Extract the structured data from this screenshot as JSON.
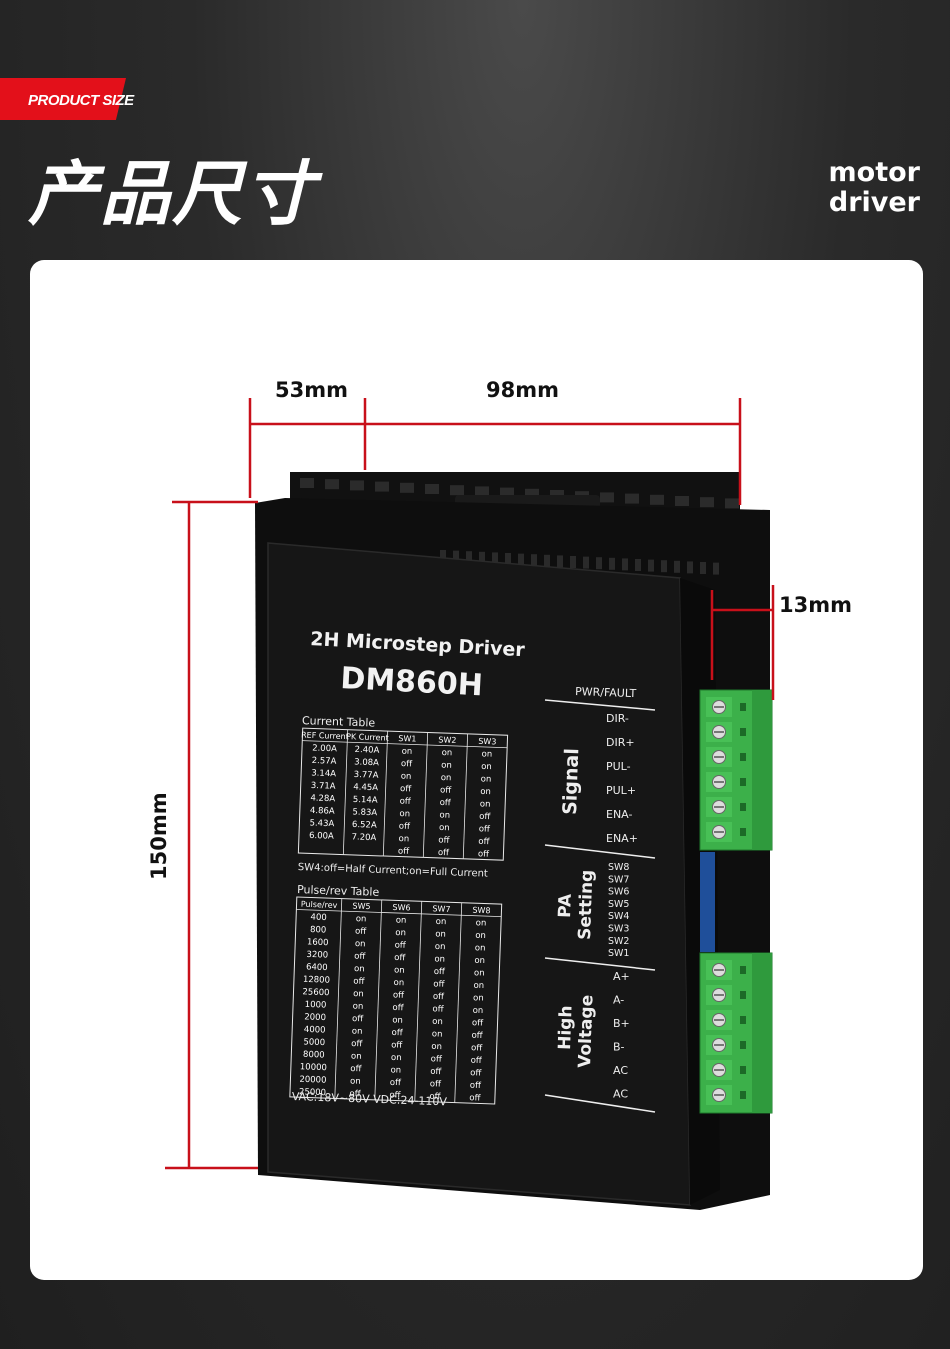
{
  "header": {
    "tag_label": "PRODUCT SIZE",
    "title_cn": "产品尺寸",
    "subtitle_line1": "motor",
    "subtitle_line2": "driver"
  },
  "dimensions": {
    "width_left": "53mm",
    "width_main": "98mm",
    "depth": "13mm",
    "height": "150mm"
  },
  "colors": {
    "accent_red": "#e3101a",
    "dimension_line": "#c8101a",
    "terminal_green": "#3cb04a"
  },
  "driver": {
    "heading": "2H Microstep Driver",
    "model": "DM860H",
    "current_table_title": "Current Table",
    "current_headers": [
      "REF Current",
      "PK Current",
      "SW1",
      "SW2",
      "SW3"
    ],
    "current_rows": [
      [
        "2.00A",
        "2.40A",
        "on",
        "on",
        "on"
      ],
      [
        "2.57A",
        "3.08A",
        "off",
        "on",
        "on"
      ],
      [
        "3.14A",
        "3.77A",
        "on",
        "on",
        "on"
      ],
      [
        "3.71A",
        "4.45A",
        "off",
        "off",
        "on"
      ],
      [
        "4.28A",
        "5.14A",
        "off",
        "off",
        "on"
      ],
      [
        "4.86A",
        "5.83A",
        "on",
        "on",
        "off"
      ],
      [
        "5.43A",
        "6.52A",
        "off",
        "on",
        "off"
      ],
      [
        "6.00A",
        "7.20A",
        "on",
        "off",
        "off"
      ],
      [
        "",
        "",
        "off",
        "off",
        "off"
      ]
    ],
    "sw4_note": "SW4:off=Half Current;on=Full Current",
    "pulse_table_title": "Pulse/rev Table",
    "pulse_headers": [
      "Pulse/rev",
      "SW5",
      "SW6",
      "SW7",
      "SW8"
    ],
    "pulse_rows": [
      [
        "400",
        "on",
        "on",
        "on",
        "on"
      ],
      [
        "800",
        "off",
        "on",
        "on",
        "on"
      ],
      [
        "1600",
        "on",
        "off",
        "on",
        "on"
      ],
      [
        "3200",
        "off",
        "off",
        "on",
        "on"
      ],
      [
        "6400",
        "on",
        "on",
        "off",
        "on"
      ],
      [
        "12800",
        "off",
        "on",
        "off",
        "on"
      ],
      [
        "25600",
        "on",
        "off",
        "off",
        "on"
      ],
      [
        "1000",
        "on",
        "off",
        "off",
        "on"
      ],
      [
        "2000",
        "off",
        "on",
        "on",
        "off"
      ],
      [
        "4000",
        "on",
        "off",
        "on",
        "off"
      ],
      [
        "5000",
        "off",
        "off",
        "on",
        "off"
      ],
      [
        "8000",
        "on",
        "on",
        "off",
        "off"
      ],
      [
        "10000",
        "off",
        "on",
        "off",
        "off"
      ],
      [
        "20000",
        "on",
        "off",
        "off",
        "off"
      ],
      [
        "25000",
        "off",
        "off",
        "off",
        "off"
      ]
    ],
    "power_note": "VAC:18V~80V  VDC:24-110V",
    "pwr_fault": "PWR/FAULT",
    "signal_label": "Signal",
    "signal_pins": [
      "DIR-",
      "DIR+",
      "PUL-",
      "PUL+",
      "ENA-",
      "ENA+"
    ],
    "pa_label_1": "PA",
    "pa_label_2": "Setting",
    "switches": [
      "SW8",
      "SW7",
      "SW6",
      "SW5",
      "SW4",
      "SW3",
      "SW2",
      "SW1"
    ],
    "hv_label_1": "High",
    "hv_label_2": "Voltage",
    "hv_pins": [
      "A+",
      "A-",
      "B+",
      "B-",
      "AC",
      "AC"
    ]
  }
}
